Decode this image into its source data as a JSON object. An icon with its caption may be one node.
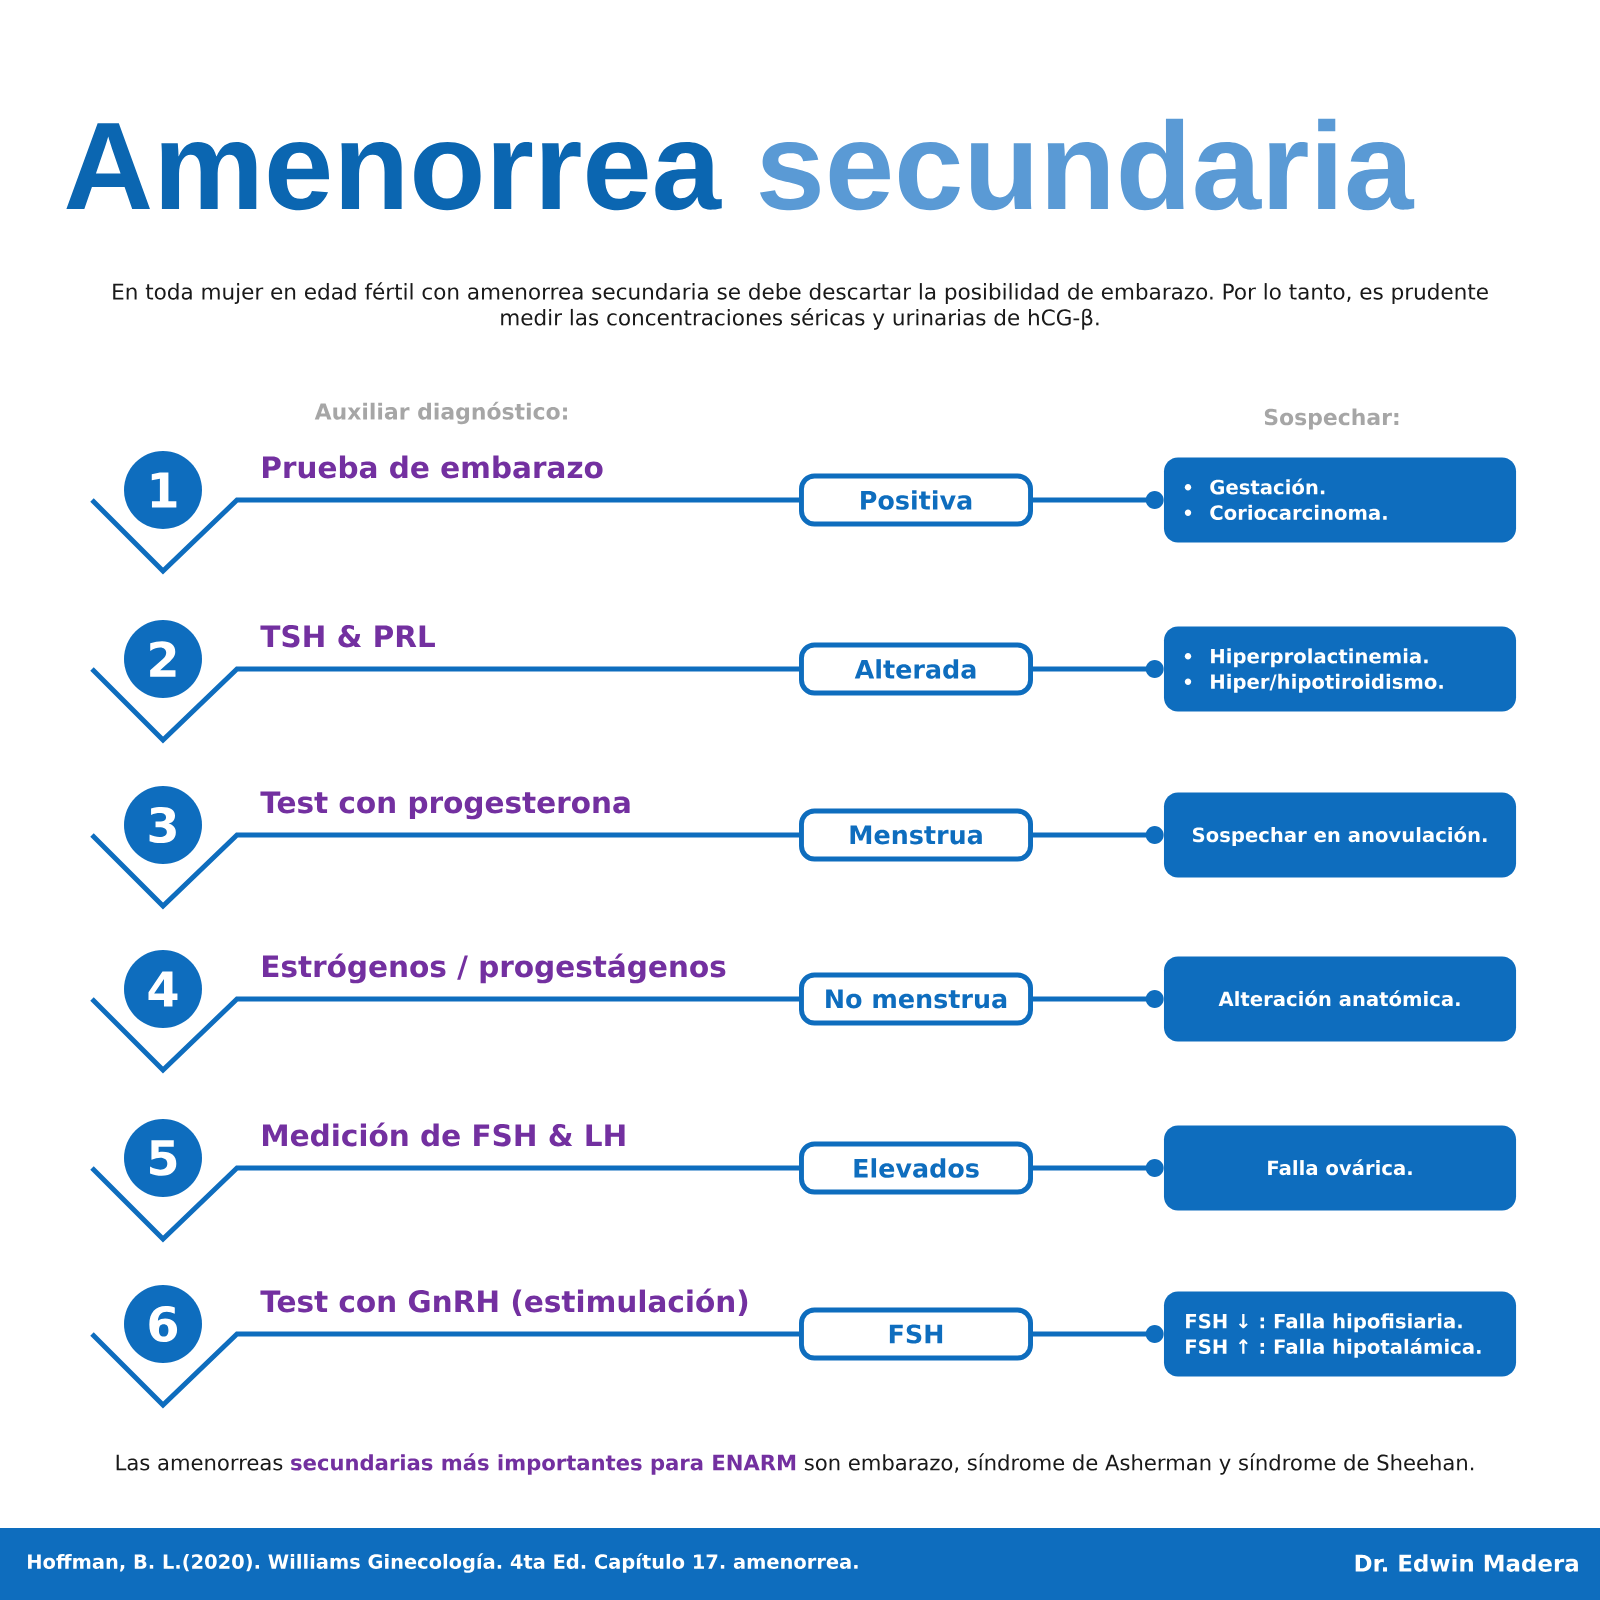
{
  "diagram": {
    "title": "Amenorrea secundaria",
    "nodes": [
      {
        "text": [
          "1"
        ],
        "beside": [
          "Prueba de embarazo"
        ]
      },
      {
        "text": [
          "Positiva"
        ]
      },
      {
        "text": [
          "Gestación.",
          "Coriocarcinoma."
        ]
      },
      {
        "text": [
          "2"
        ],
        "beside": [
          "TSH & PRL"
        ]
      },
      {
        "text": [
          "Alterada"
        ]
      },
      {
        "text": [
          "Hiperprolactinemia.",
          "Hiper/hipotiroidismo."
        ]
      },
      {
        "text": [
          "3"
        ],
        "beside": [
          "Test con progesterona"
        ]
      },
      {
        "text": [
          "Menstrua"
        ]
      },
      {
        "text": [
          "Sospechar en anovulación."
        ]
      },
      {
        "text": [
          "4"
        ],
        "beside": [
          "Estrógenos / progestágenos"
        ]
      },
      {
        "text": [
          "No menstrua"
        ]
      },
      {
        "text": [
          "Alteración anatómica."
        ]
      },
      {
        "text": [
          "5"
        ],
        "beside": [
          "Medición de FSH & LH"
        ]
      },
      {
        "text": [
          "Elevados"
        ]
      },
      {
        "text": [
          "Falla ovárica."
        ]
      },
      {
        "text": [
          "6"
        ],
        "beside": [
          "Test con GnRH (estimulación)"
        ]
      },
      {
        "text": [
          "FSH"
        ]
      },
      {
        "text": [
          "FSH ↓ : Falla hipofisiaria.",
          "FSH ↑ : Falla hipotalámica."
        ]
      }
    ],
    "edges": [
      {
        "from": 0,
        "to": 1,
        "arrow": "none"
      },
      {
        "from": 1,
        "to": 2,
        "arrow": "other"
      },
      {
        "from": 3,
        "to": 4,
        "arrow": "none"
      },
      {
        "from": 4,
        "to": 5,
        "arrow": "other"
      },
      {
        "from": 6,
        "to": 7,
        "arrow": "none"
      },
      {
        "from": 7,
        "to": 8,
        "arrow": "other"
      },
      {
        "from": 9,
        "to": 10,
        "arrow": "none"
      },
      {
        "from": 10,
        "to": 11,
        "arrow": "other"
      },
      {
        "from": 12,
        "to": 13,
        "arrow": "none"
      },
      {
        "from": 13,
        "to": 14,
        "arrow": "other"
      },
      {
        "from": 15,
        "to": 16,
        "arrow": "none"
      },
      {
        "from": 16,
        "to": 17,
        "arrow": "other"
      }
    ],
    "labels": [
      "En toda mujer en edad fértil con amenorrea secundaria se debe descartar la posibilidad de embarazo. Por lo tanto, es prudente medir las concentraciones séricas y urinarias de hCG-β.",
      "Auxiliar diagnóstico:",
      "Sospechar:",
      "Las amenorreas **secundarias más importantes para ENARM** son embarazo, síndrome de Asherman y síndrome de Sheehan.",
      "Hoffman, B. L.(2020). Williams Ginecología. 4ta Ed. Capítulo 17. amenorrea.",
      "Dr. Edwin Madera"
    ]
  }
}
